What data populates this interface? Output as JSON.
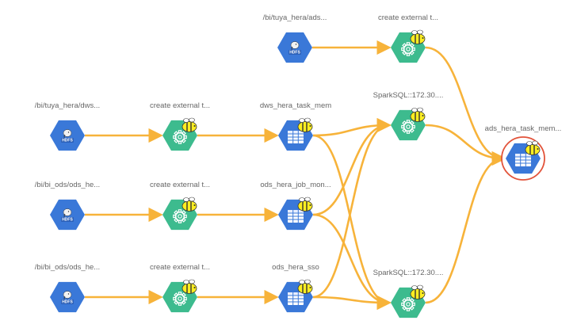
{
  "colors": {
    "edge": "#F7B33A",
    "hdfs_node": "#3A78D8",
    "process_node": "#3DBB8E",
    "table_node": "#3A78D8",
    "selected_ring": "#E2533A",
    "label": "#666666"
  },
  "nodes": [
    {
      "id": "hdfs_ads",
      "type": "hdfs",
      "label": "/bi/tuya_hera/ads...",
      "badge": "HDFS",
      "icon": "hdfs-elephant-icon"
    },
    {
      "id": "proc_ads",
      "type": "process",
      "label": "create external t...",
      "icon": "gear-icon"
    },
    {
      "id": "hdfs_dws",
      "type": "hdfs",
      "label": "/bi/tuya_hera/dws...",
      "badge": "HDFS",
      "icon": "hdfs-elephant-icon"
    },
    {
      "id": "proc_dws",
      "type": "process",
      "label": "create external t...",
      "icon": "gear-icon"
    },
    {
      "id": "tbl_dws",
      "type": "table",
      "label": "dws_hera_task_mem",
      "icon": "table-grid-icon"
    },
    {
      "id": "spark_1",
      "type": "process",
      "label": "SparkSQL::172.30....",
      "icon": "gear-icon"
    },
    {
      "id": "target",
      "type": "table",
      "label": "ads_hera_task_mem...",
      "icon": "table-grid-icon",
      "selected": true
    },
    {
      "id": "hdfs_ods1",
      "type": "hdfs",
      "label": "/bi/bi_ods/ods_he...",
      "badge": "HDFS",
      "icon": "hdfs-elephant-icon"
    },
    {
      "id": "proc_ods1",
      "type": "process",
      "label": "create external t...",
      "icon": "gear-icon"
    },
    {
      "id": "tbl_ods1",
      "type": "table",
      "label": "ods_hera_job_mon...",
      "icon": "table-grid-icon"
    },
    {
      "id": "hdfs_ods2",
      "type": "hdfs",
      "label": "/bi/bi_ods/ods_he...",
      "badge": "HDFS",
      "icon": "hdfs-elephant-icon"
    },
    {
      "id": "proc_ods2",
      "type": "process",
      "label": "create external t...",
      "icon": "gear-icon"
    },
    {
      "id": "tbl_ods2",
      "type": "table",
      "label": "ods_hera_sso",
      "icon": "table-grid-icon"
    },
    {
      "id": "spark_2",
      "type": "process",
      "label": "SparkSQL::172.30....",
      "icon": "gear-icon"
    }
  ],
  "edges": [
    [
      "hdfs_ads",
      "proc_ads"
    ],
    [
      "proc_ads",
      "target"
    ],
    [
      "hdfs_dws",
      "proc_dws"
    ],
    [
      "proc_dws",
      "tbl_dws"
    ],
    [
      "tbl_dws",
      "spark_1"
    ],
    [
      "tbl_dws",
      "spark_2"
    ],
    [
      "spark_1",
      "target"
    ],
    [
      "hdfs_ods1",
      "proc_ods1"
    ],
    [
      "proc_ods1",
      "tbl_ods1"
    ],
    [
      "tbl_ods1",
      "spark_1"
    ],
    [
      "tbl_ods1",
      "spark_2"
    ],
    [
      "hdfs_ods2",
      "proc_ods2"
    ],
    [
      "proc_ods2",
      "tbl_ods2"
    ],
    [
      "tbl_ods2",
      "spark_1"
    ],
    [
      "tbl_ods2",
      "spark_2"
    ],
    [
      "spark_2",
      "target"
    ]
  ]
}
